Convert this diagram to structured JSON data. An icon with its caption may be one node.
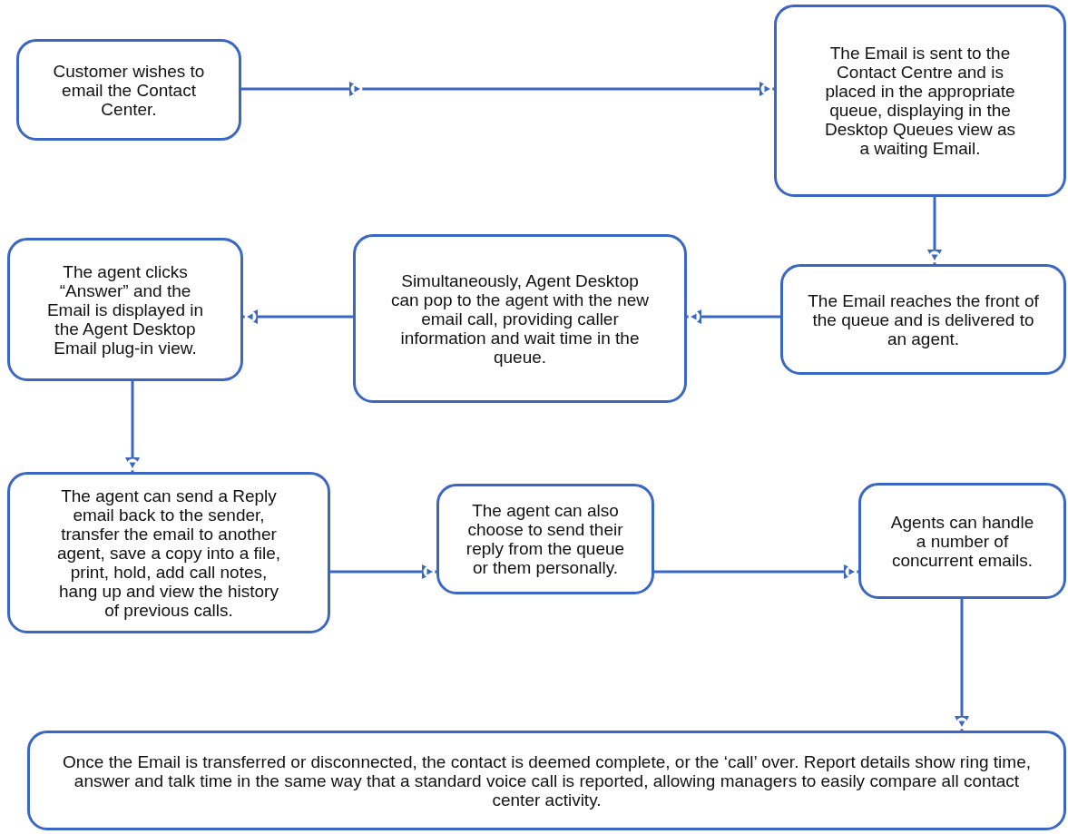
{
  "diagram": {
    "nodes": [
      {
        "text": [
          "Customer wishes to email the Contact Center."
        ]
      },
      {
        "text": [
          "The Email is sent to the Contact Centre and is placed in the appropriate queue, displaying in the Desktop Queues view as a waiting Email."
        ]
      },
      {
        "text": [
          "The Email reaches the front of the queue and is delivered to an agent."
        ]
      },
      {
        "text": [
          "Simultaneously, Agent Desktop can pop to the agent with the new email call, providing caller information and wait time in the queue."
        ]
      },
      {
        "text": [
          "The agent clicks “Answer” and the Email is displayed in the Agent Desktop Email plug-in view."
        ]
      },
      {
        "text": [
          "The agent can send a Reply email back to the sender, transfer the email to another agent, save a copy into a file, print, hold, add call notes, hang up and view the history of previous calls."
        ]
      },
      {
        "text": [
          "The agent can also choose to send their reply from the queue or them personally."
        ]
      },
      {
        "text": [
          "Agents can handle a number of concurrent emails."
        ]
      },
      {
        "text": [
          "Once the Email is transferred or disconnected, the contact is deemed complete, or the ‘call’ over.  Report details show ring time, answer and talk time in the same way that a standard voice call is reported, allowing managers to easily compare all contact center activity."
        ]
      }
    ],
    "edges": [
      {
        "from": 0,
        "to": 1,
        "arrow": "to"
      },
      {
        "from": 1,
        "to": 2,
        "arrow": "to"
      },
      {
        "from": 2,
        "to": 3,
        "arrow": "to"
      },
      {
        "from": 3,
        "to": 4,
        "arrow": "to"
      },
      {
        "from": 4,
        "to": 5,
        "arrow": "to"
      },
      {
        "from": 5,
        "to": 6,
        "arrow": "to"
      },
      {
        "from": 6,
        "to": 7,
        "arrow": "to"
      },
      {
        "from": 7,
        "to": 8,
        "arrow": "to"
      }
    ]
  }
}
